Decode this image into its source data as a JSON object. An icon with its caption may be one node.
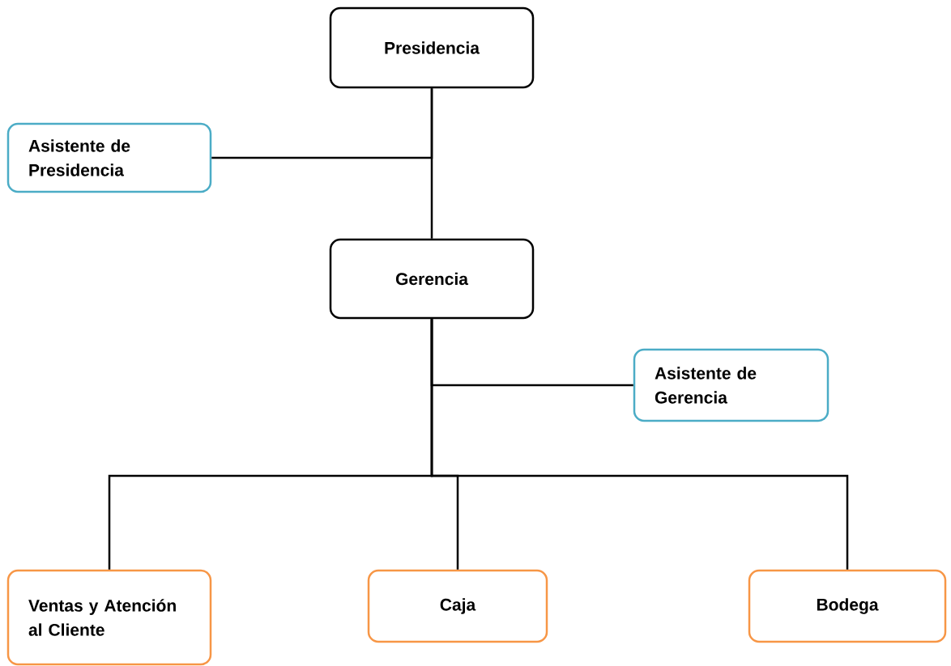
{
  "diagram": {
    "nodes": [
      {
        "text": [
          "Presidencia"
        ]
      },
      {
        "text": [
          "Asistente de Presidencia"
        ]
      },
      {
        "text": [
          "Gerencia"
        ]
      },
      {
        "text": [
          "Asistente de Gerencia"
        ]
      },
      {
        "text": [
          "Ventas y Atención al Cliente"
        ]
      },
      {
        "text": [
          "Caja"
        ]
      },
      {
        "text": [
          "Bodega"
        ]
      }
    ],
    "edges": [
      {
        "from": 0,
        "to": 2,
        "arrow": "none"
      },
      {
        "from": 0,
        "to": 1,
        "arrow": "none"
      },
      {
        "from": 2,
        "to": 3,
        "arrow": "none"
      },
      {
        "from": 2,
        "to": 4,
        "arrow": "none"
      },
      {
        "from": 2,
        "to": 5,
        "arrow": "none"
      },
      {
        "from": 2,
        "to": 6,
        "arrow": "none"
      }
    ]
  }
}
